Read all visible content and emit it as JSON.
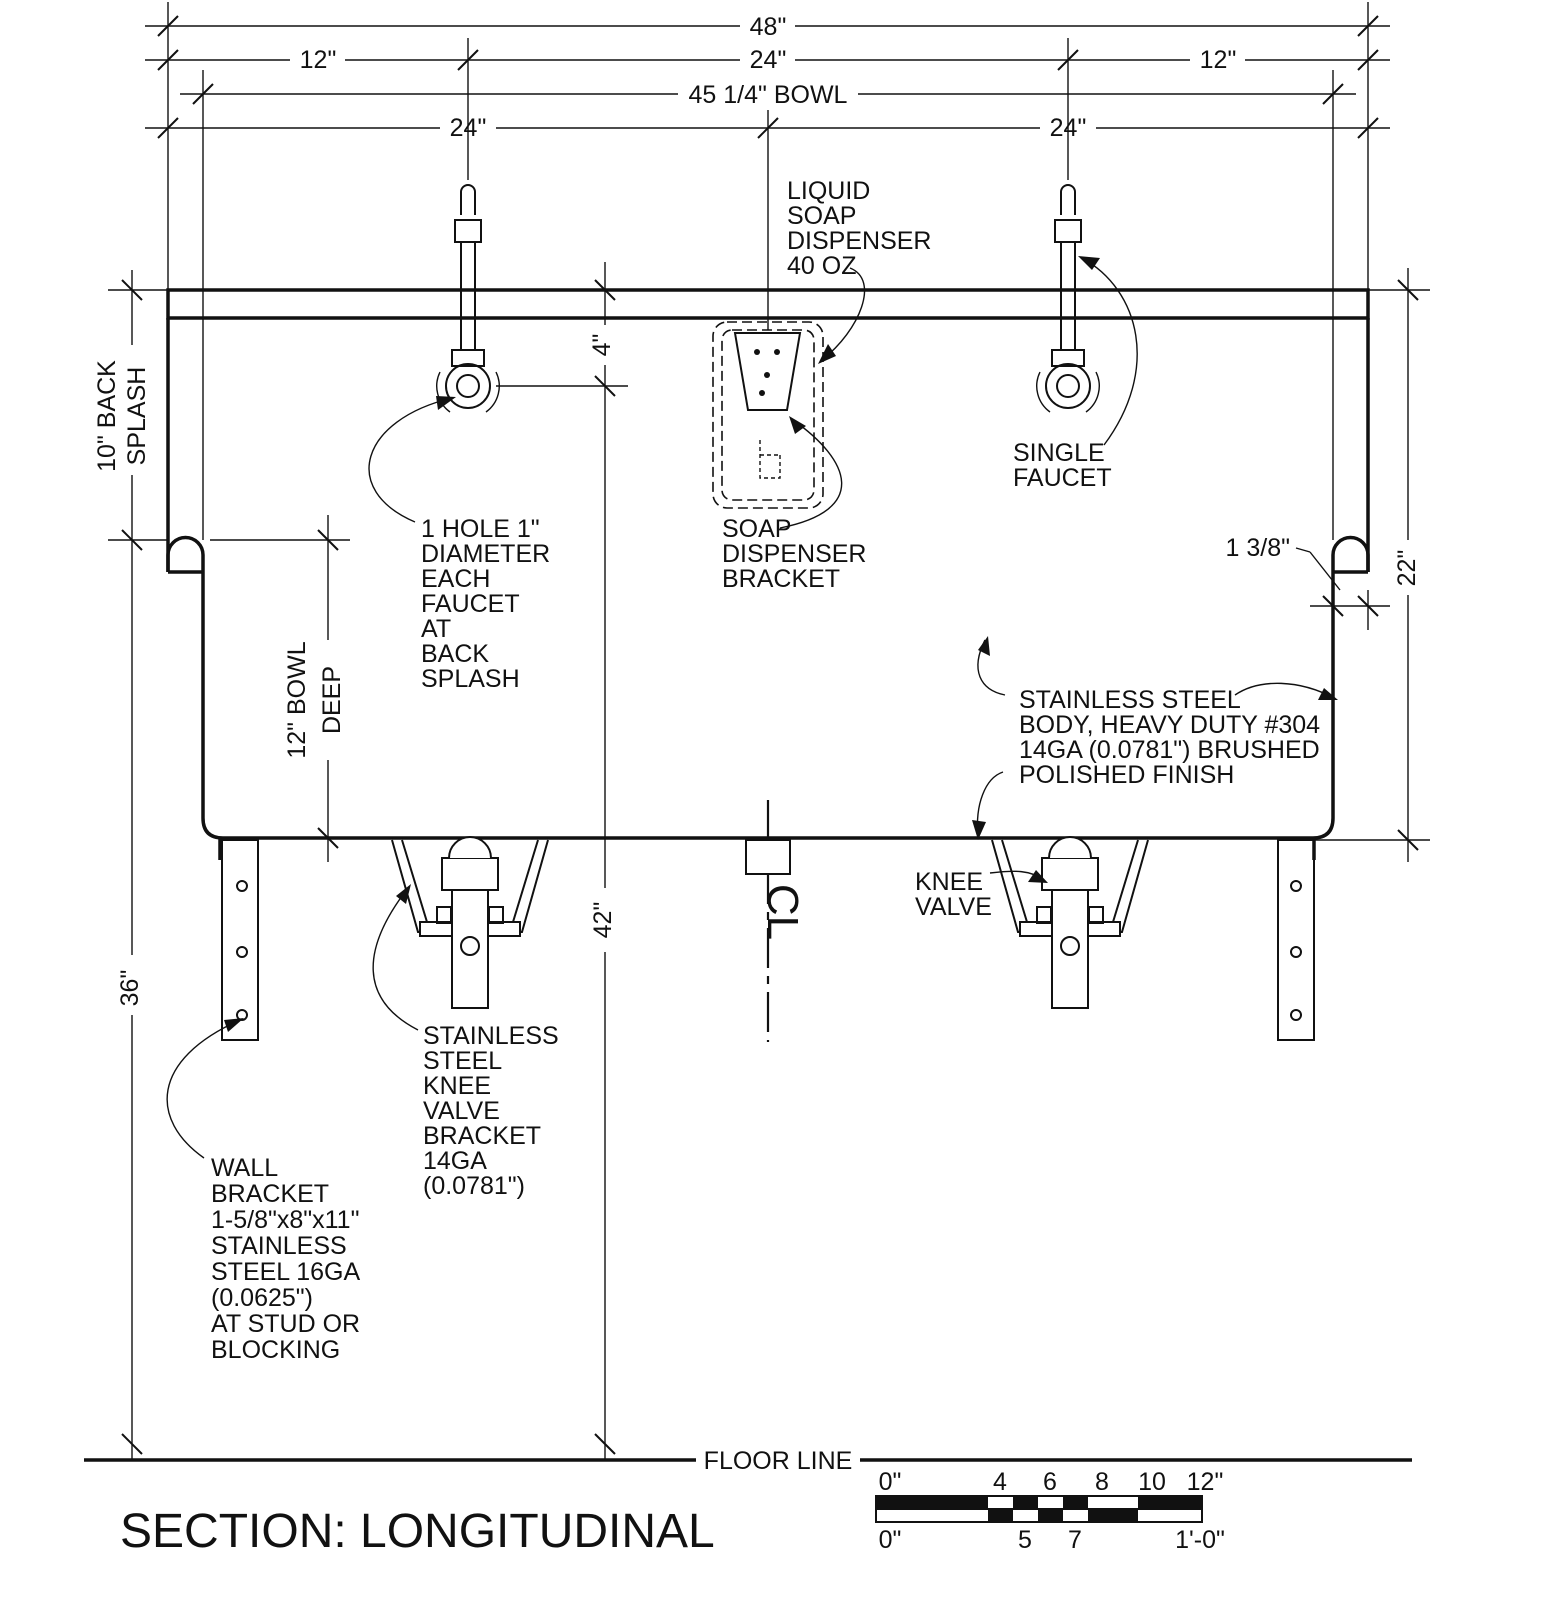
{
  "dimensions": {
    "overall_width": "48\"",
    "left_offset": "12\"",
    "center_span": "24\"",
    "right_offset": "12\"",
    "bowl_width": "45 1/4\" BOWL",
    "left_half": "24\"",
    "right_half": "24\"",
    "faucet_drop": "4\"",
    "back_splash": [
      "10\" BACK",
      "SPLASH"
    ],
    "bowl_deep": [
      "12\" BOWL",
      "DEEP"
    ],
    "rim_height": "42\"",
    "bracket_height": "36\"",
    "total_height": "22\"",
    "rim_radius": "1 3/8\""
  },
  "labels": {
    "soap_dispenser": [
      "LIQUID",
      "SOAP",
      "DISPENSER",
      "40 OZ"
    ],
    "single_faucet": [
      "SINGLE",
      "FAUCET"
    ],
    "faucet_hole": [
      "1 HOLE 1\"",
      "DIAMETER",
      "EACH",
      "FAUCET",
      "AT",
      "BACK",
      "SPLASH"
    ],
    "soap_bracket": [
      "SOAP",
      "DISPENSER",
      "BRACKET"
    ],
    "body": [
      "STAINLESS STEEL",
      "BODY, HEAVY DUTY #304",
      "14GA (0.0781\") BRUSHED",
      "POLISHED FINISH"
    ],
    "knee_valve": [
      "KNEE",
      "VALVE"
    ],
    "knee_bracket": [
      "STAINLESS",
      "STEEL",
      "KNEE",
      "VALVE",
      "BRACKET",
      "14GA",
      "(0.0781\")"
    ],
    "wall_bracket": [
      "WALL",
      "BRACKET",
      "1-5/8\"x8\"x11\"",
      "STAINLESS",
      "STEEL 16GA",
      "(0.0625\")",
      "AT STUD OR",
      "BLOCKING"
    ],
    "centerline_symbol": "CL",
    "floor_line": "FLOOR LINE"
  },
  "title": "SECTION: LONGITUDINAL",
  "scale_bar": {
    "top_labels": [
      "0\"",
      "4",
      "6",
      "8",
      "10",
      "12\""
    ],
    "bottom_labels": [
      "0\"",
      "5",
      "7",
      "1'-0\""
    ]
  }
}
